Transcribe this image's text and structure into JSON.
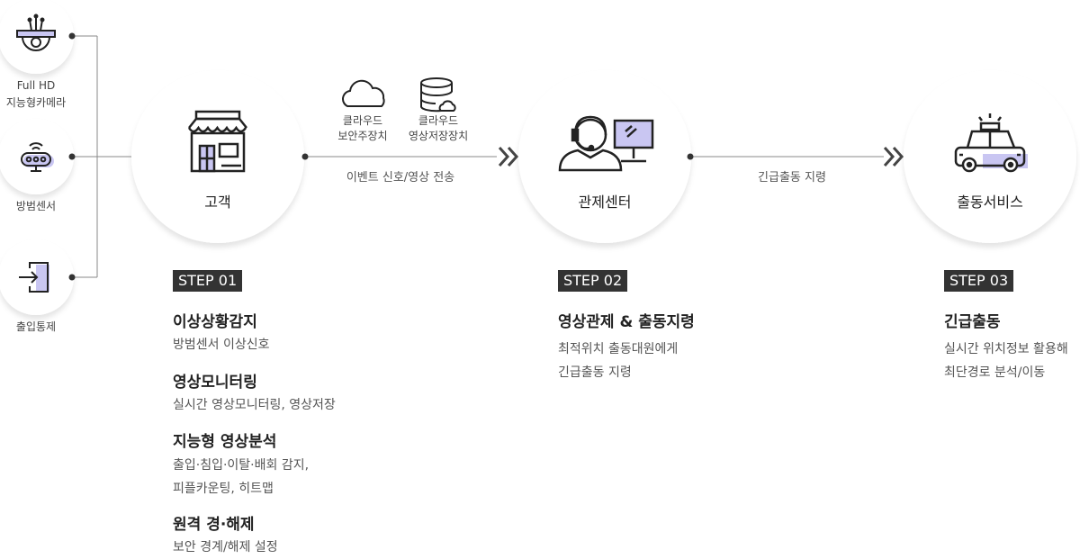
{
  "devices": [
    {
      "icon": "cctv-camera-icon",
      "label_lines": [
        "Full HD",
        "지능형카메라"
      ]
    },
    {
      "icon": "motion-sensor-icon",
      "label_lines": [
        "방범센서"
      ]
    },
    {
      "icon": "door-access-icon",
      "label_lines": [
        "출입통제"
      ]
    }
  ],
  "nodes": {
    "customer": {
      "label": "고객",
      "icon": "store-icon"
    },
    "control_center": {
      "label": "관제센터",
      "icon": "operator-monitor-icon"
    },
    "dispatch": {
      "label": "출동서비스",
      "icon": "patrol-car-icon"
    }
  },
  "cloud": {
    "security": {
      "icon": "cloud-icon",
      "lines": [
        "클라우드",
        "보안주장치"
      ]
    },
    "storage": {
      "icon": "cloud-database-icon",
      "lines": [
        "클라우드",
        "영상저장장치"
      ]
    }
  },
  "flows": {
    "event_transfer": "이벤트 신호/영상 전송",
    "dispatch_order": "긴급출동 지령"
  },
  "steps": [
    {
      "badge": "STEP 01",
      "items": [
        {
          "title": "이상상황감지",
          "desc": [
            "방범센서 이상신호"
          ]
        },
        {
          "title": "영상모니터링",
          "desc": [
            "실시간 영상모니터링, 영상저장"
          ]
        },
        {
          "title": "지능형 영상분석",
          "desc": [
            "출입·침입·이탈·배회 감지,",
            "피플카운팅, 히트맵"
          ]
        },
        {
          "title": "원격 경·해제",
          "desc": [
            "보안 경계/해제 설정"
          ]
        }
      ]
    },
    {
      "badge": "STEP 02",
      "items": [
        {
          "title": "영상관제 & 출동지령",
          "desc": [
            "최적위치 출동대원에게",
            "긴급출동 지령"
          ]
        }
      ]
    },
    {
      "badge": "STEP 03",
      "items": [
        {
          "title": "긴급출동",
          "desc": [
            "실시간 위치정보 활용해",
            "최단경로 분석/이동"
          ]
        }
      ]
    }
  ],
  "colors": {
    "accent": "#c9c6f2",
    "line": "#555555",
    "dark": "#222222"
  }
}
